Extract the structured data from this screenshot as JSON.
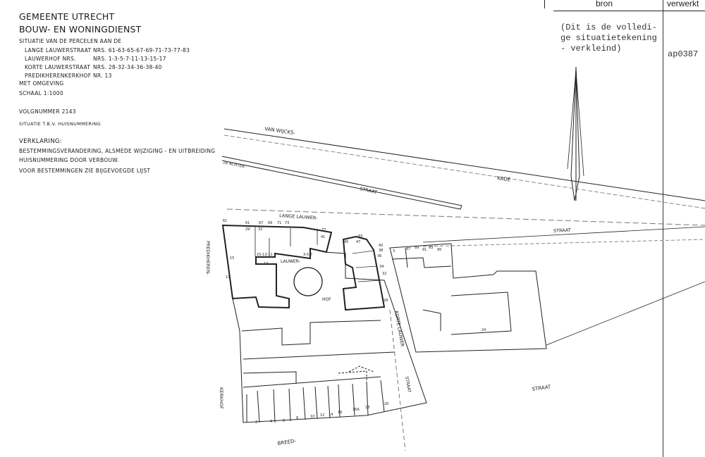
{
  "title_block": {
    "line1": "GEMEENTE UTRECHT",
    "line2": "BOUW- EN WONINGDIENST",
    "situatie": "SITUATIE VAN DE PERCELEN AAN DE",
    "streets": [
      {
        "name": "LANGE LAUWERSTRAAT",
        "numbers": "NRS. 61-63-65-67-69-71-73-77-83"
      },
      {
        "name": "LAUWERHOF NRS.",
        "numbers": "NRS. 1-3-5-7-11-13-15-17"
      },
      {
        "name": "KORTE LAUWERSTRAAT",
        "numbers": "NRS. 28-32-34-36-38-40"
      },
      {
        "name": "PREDIKHERENKERKHOF",
        "numbers": "NR. 13"
      }
    ],
    "omgeving": "MET OMGEVING",
    "schaal": "SCHAAL 1:1000",
    "volgnummer": "VOLGNUMMER 2143",
    "doel": "SITUATIE T.B.V. HUISNUMMERING",
    "verklaring_title": "VERKLARING:",
    "verklaring_1": "BESTEMMINGSVERANDERING, ALSMEDE WIJZIGING - EN UITBREIDING",
    "verklaring_2": "HUISNUMMERING DOOR VERBOUW.",
    "verklaring_3": "VOOR BESTEMMINGEN ZIE BIJGEVOEGDE LIJST"
  },
  "archive_table": {
    "col_bron": "bron",
    "col_verwerkt": "verwerkt",
    "note_1": "(Dit is de volledi-",
    "note_2": "ge situatietekening",
    "note_3": "- verkleind)",
    "code": "ap0387"
  },
  "map": {
    "streets": {
      "van_wijcks": "VAN WIJCKS-",
      "kade": "KADE",
      "achter": "2e ACHTER-",
      "straat1": "STRAAT",
      "lange_lauwer": "LANGE LAUWER-",
      "straat2": "STRAAT",
      "predikheren": "PREDIKHEREN-",
      "kerkhof": "KERKHOF",
      "lauwer": "LAUWER-",
      "hof": "HOF",
      "korte_lauwer": "KORTE LAUWER",
      "straat3": "STRAAT",
      "straat4": "STRAAT",
      "breed": "BREED-"
    },
    "house_numbers": [
      "61",
      "61",
      "67",
      "69",
      "71",
      "73",
      "29'",
      "31'",
      "77",
      "41",
      "15-13-11",
      "3-5-7",
      "17",
      "15",
      "13",
      "83",
      "45",
      "47",
      "40",
      "38",
      "36",
      "34",
      "32",
      "28",
      "3",
      "87",
      "89",
      "91",
      "93",
      "95",
      "24",
      "2",
      "4",
      "6",
      "8",
      "10",
      "12",
      "14",
      "16",
      "16A",
      "18",
      "20"
    ]
  }
}
